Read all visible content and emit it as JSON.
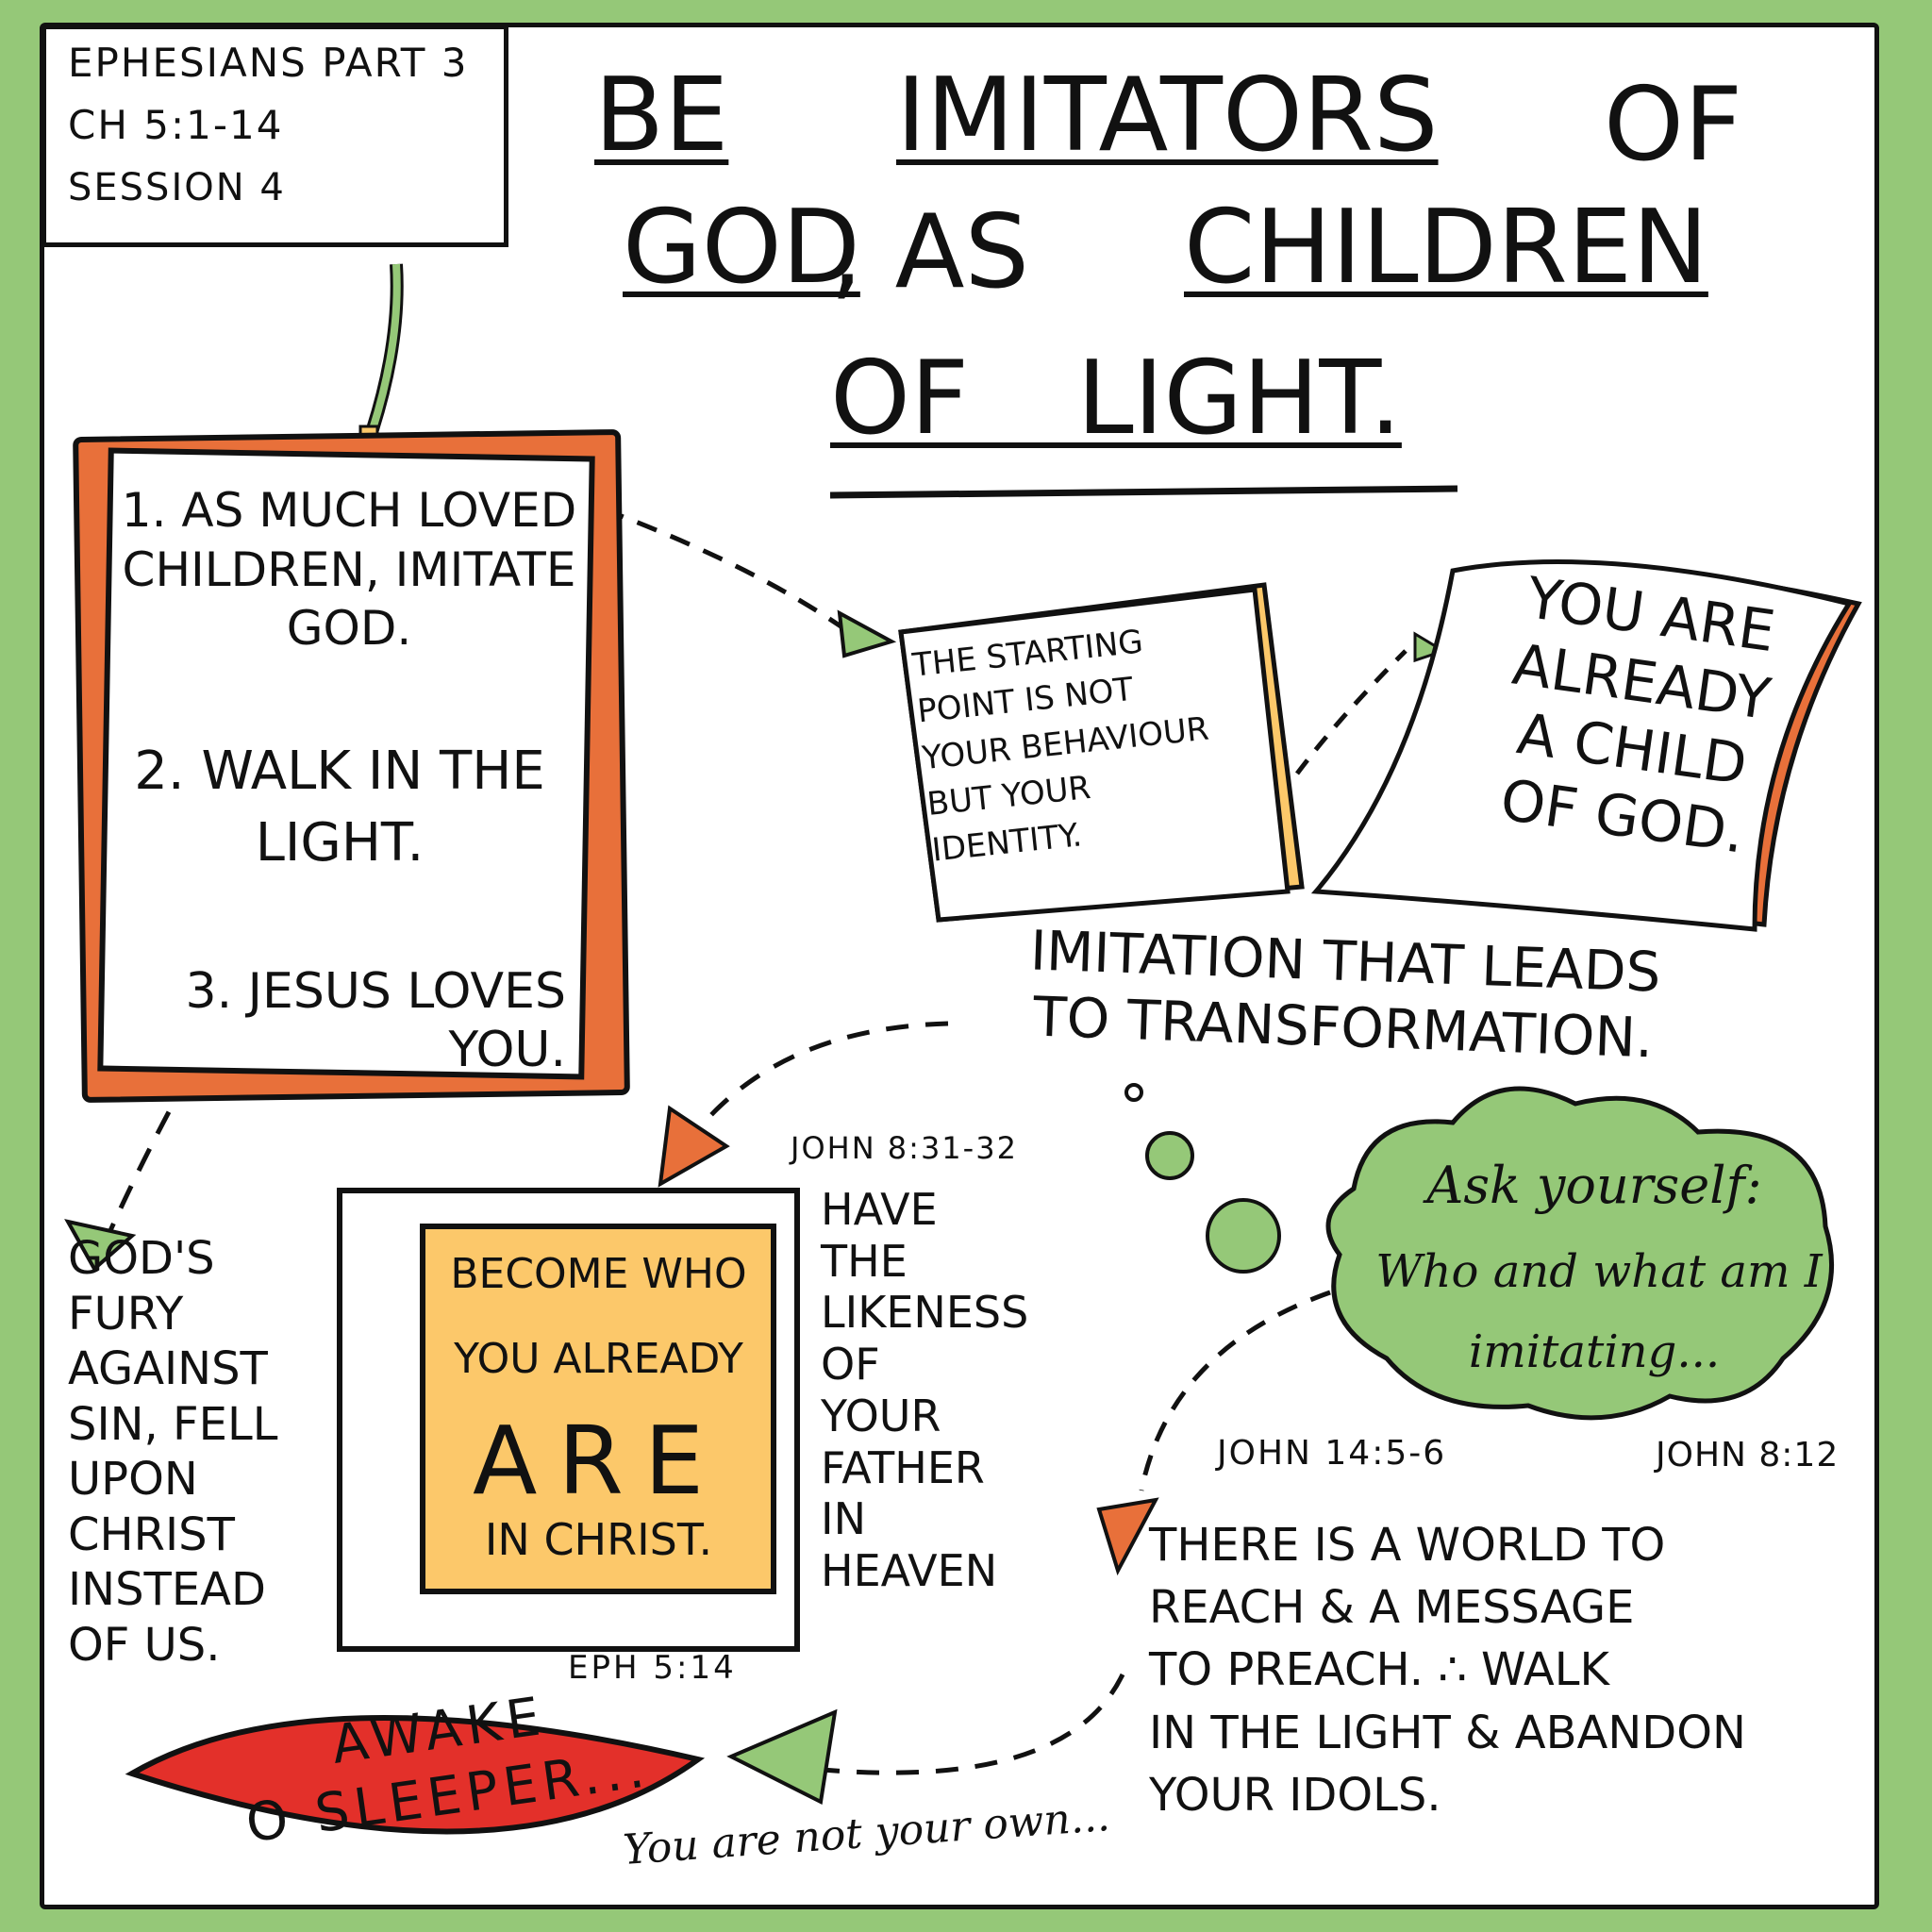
{
  "header": {
    "line1": "EPHESIANS   PART 3",
    "line2": "CH 5:1-14",
    "line3": "SESSION  4"
  },
  "title": {
    "be": "BE",
    "imitators": "IMITATORS",
    "of1": "OF",
    "god": "GOD",
    "comma_as": ", AS",
    "children": "CHILDREN",
    "of_light": "OF LIGHT."
  },
  "points": {
    "p1": "1. AS MUCH LOVED\nCHILDREN, IMITATE\nGOD.",
    "p2": "2. WALK IN THE\nLIGHT.",
    "p3": "3. JESUS LOVES\nYOU."
  },
  "identity": {
    "starting_point": "THE STARTING\nPOINT IS NOT\nYOUR BEHAVIOUR\nBUT YOUR\nIDENTITY.",
    "already_child": "YOU ARE\nALREADY\nA CHILD\nOF GOD."
  },
  "transformation": "IMITATION THAT LEADS\nTO TRANSFORMATION.",
  "gods_fury": "GOD'S\nFURY\nAGAINST\nSIN, FELL\nUPON CHRIST\nINSTEAD\nOF US.",
  "become": {
    "line1": "BECOME WHO",
    "line2": "YOU ALREADY",
    "big": "ARE",
    "line3": "IN CHRIST."
  },
  "refs": {
    "john_8_31": "JOHN 8:31-32",
    "john_14_5": "JOHN 14:5-6",
    "john_8_12": "JOHN 8:12",
    "eph_5_14": "EPH 5:14"
  },
  "likeness": "HAVE\nTHE\nLIKENESS\nOF\nYOUR\nFATHER\nIN\nHEAVEN",
  "ask": {
    "line1": "Ask yourself:",
    "line2": "Who and what am I",
    "line3": "imitating..."
  },
  "world": "THERE IS A WORLD TO\nREACH & A MESSAGE\nTO PREACH. ∴ WALK\nIN THE LIGHT & ABANDON\nYOUR IDOLS.",
  "awake": "AWAKE\nO SLEEPER...",
  "not_own": "You are not your own...",
  "colors": {
    "green": "#95c878",
    "orange": "#e8703a",
    "yellow": "#fcc86a",
    "red": "#e3302a"
  }
}
